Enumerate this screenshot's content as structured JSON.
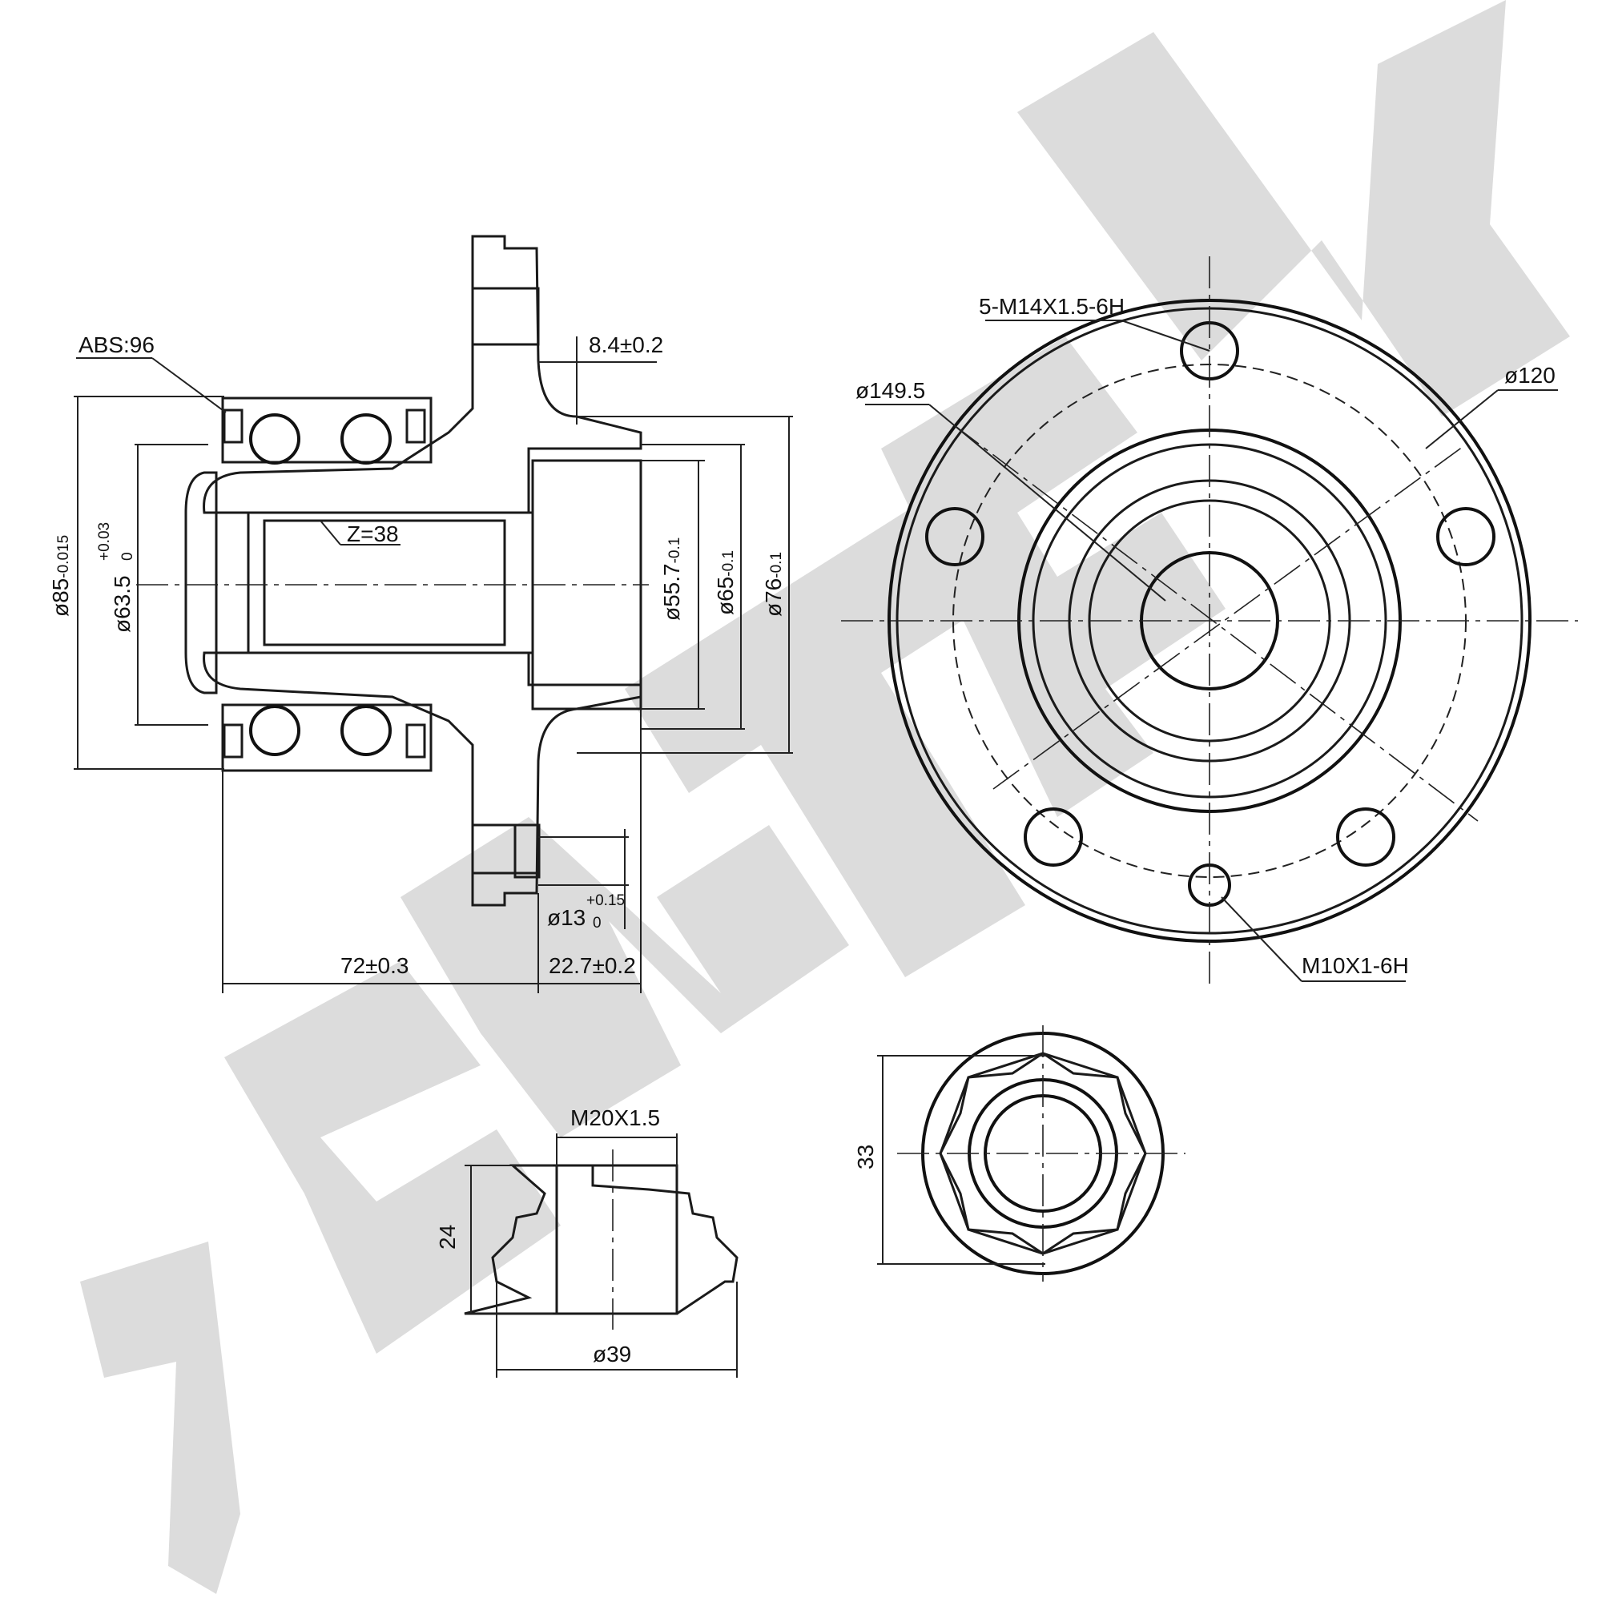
{
  "watermark": {
    "text": "ZENTEK",
    "color": "#d9d9d9"
  },
  "hub_side_view": {
    "abs": "ABS:96",
    "teeth": "Z=38",
    "flange_thickness": "8.4±0.2",
    "d85": {
      "sym": "ø",
      "val": "85",
      "tol": "-0.015"
    },
    "d63": {
      "sym": "ø",
      "val": "63.5",
      "tol_up": "+0.03",
      "tol_low": "0"
    },
    "d55": {
      "sym": "ø",
      "val": "55.7",
      "tol": "-0.1"
    },
    "d65": {
      "sym": "ø",
      "val": "65",
      "tol": "-0.1"
    },
    "d76": {
      "sym": "ø",
      "val": "76",
      "tol": "-0.1"
    },
    "d13": {
      "sym": "ø",
      "val": "13",
      "tol_up": "+0.15",
      "tol_low": "0"
    },
    "length_total": "72±0.3",
    "length_spigot": "22.7±0.2"
  },
  "hub_front_view": {
    "bolt_thread": "5-M14X1.5-6H",
    "outer_diameter": "ø149.5",
    "pcd": "ø120",
    "screw_thread": "M10X1-6H"
  },
  "nut_section": {
    "thread": "M20X1.5",
    "height": "24",
    "diameter": "ø39"
  },
  "nut_front": {
    "across_flats": "33"
  }
}
